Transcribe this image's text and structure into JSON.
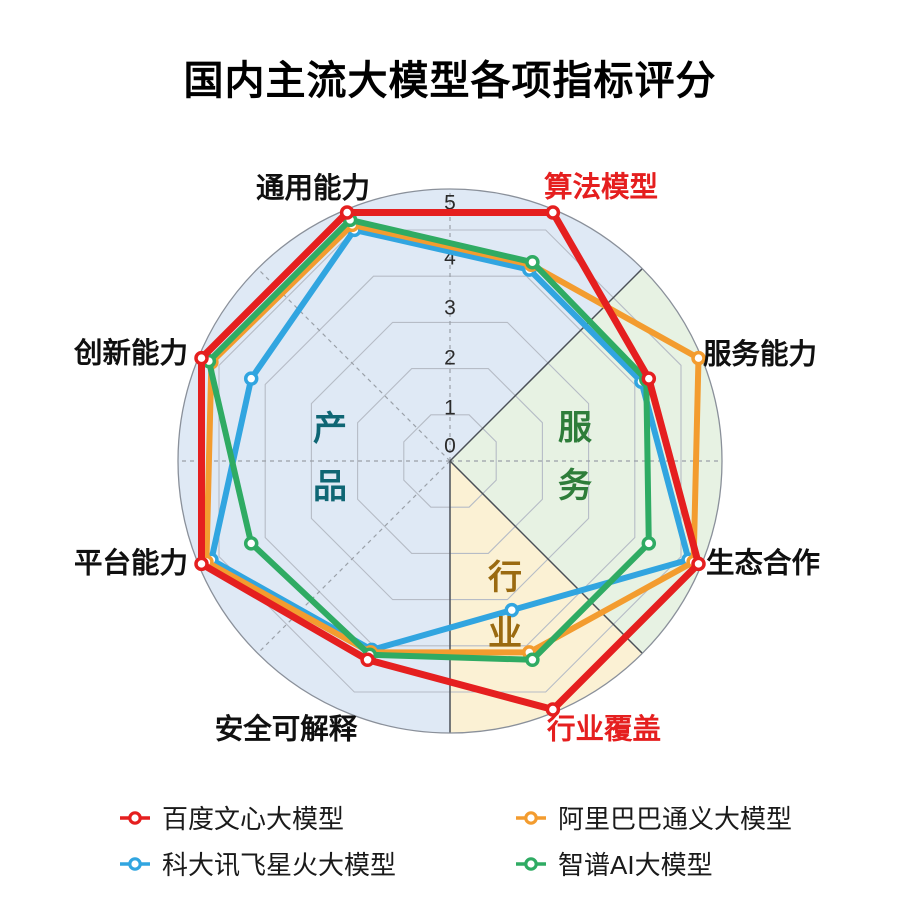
{
  "title": "国内主流大模型各项指标评分",
  "chart_data": {
    "type": "radar",
    "title": "国内主流大模型各项指标评分",
    "scale": {
      "min": 0,
      "max": 5,
      "ticks": [
        0,
        1,
        2,
        3,
        4,
        5
      ]
    },
    "grid": {
      "rings": 5,
      "shape": "octagon",
      "outer_circle": true
    },
    "highlight_color": "#e51f1f",
    "axes": [
      {
        "label": "通用能力",
        "highlight": false
      },
      {
        "label": "算法模型",
        "highlight": true
      },
      {
        "label": "服务能力",
        "highlight": false
      },
      {
        "label": "生态合作",
        "highlight": false
      },
      {
        "label": "行业覆盖",
        "highlight": true
      },
      {
        "label": "安全可解释",
        "highlight": false
      },
      {
        "label": "平台能力",
        "highlight": false
      },
      {
        "label": "创新能力",
        "highlight": false
      }
    ],
    "series": [
      {
        "id": "baidu-wenxin",
        "name": "百度文心大模型",
        "color": "#e51f1f",
        "values": [
          5,
          5,
          4,
          5,
          5,
          4,
          5,
          5
        ]
      },
      {
        "id": "alibaba-tongyi",
        "name": "阿里巴巴通义大模型",
        "color": "#f39c2f",
        "values": [
          4.75,
          3.95,
          5,
          4.9,
          3.85,
          3.85,
          4.9,
          4.8
        ]
      },
      {
        "id": "iflytek-spark",
        "name": "科大讯飞星火大模型",
        "color": "#31a5e0",
        "values": [
          4.65,
          3.85,
          3.85,
          4.8,
          3,
          3.8,
          4.8,
          4
        ]
      },
      {
        "id": "zhipu-ai",
        "name": "智谱AI大模型",
        "color": "#2fab63",
        "values": [
          4.85,
          4,
          3.95,
          4,
          4,
          3.9,
          4,
          4.85
        ]
      }
    ],
    "sectors": [
      {
        "label": "产品",
        "chars": [
          "产",
          "品"
        ],
        "color": "#0f6674",
        "bg": "#dfe9f5",
        "start_deg": 45,
        "end_deg": 270
      },
      {
        "label": "服务",
        "chars": [
          "服",
          "务"
        ],
        "color": "#2e7d3a",
        "bg": "#e7f2e3",
        "start_deg": -45,
        "end_deg": 45
      },
      {
        "label": "行业",
        "chars": [
          "行",
          "业"
        ],
        "color": "#9a6a10",
        "bg": "#fbf1d4",
        "start_deg": -90,
        "end_deg": -45
      }
    ]
  },
  "legend": {
    "items": [
      {
        "name": "百度文心大模型",
        "color": "#e51f1f"
      },
      {
        "name": "阿里巴巴通义大模型",
        "color": "#f39c2f"
      },
      {
        "name": "科大讯飞星火大模型",
        "color": "#31a5e0"
      },
      {
        "name": "智谱AI大模型",
        "color": "#2fab63"
      }
    ]
  }
}
